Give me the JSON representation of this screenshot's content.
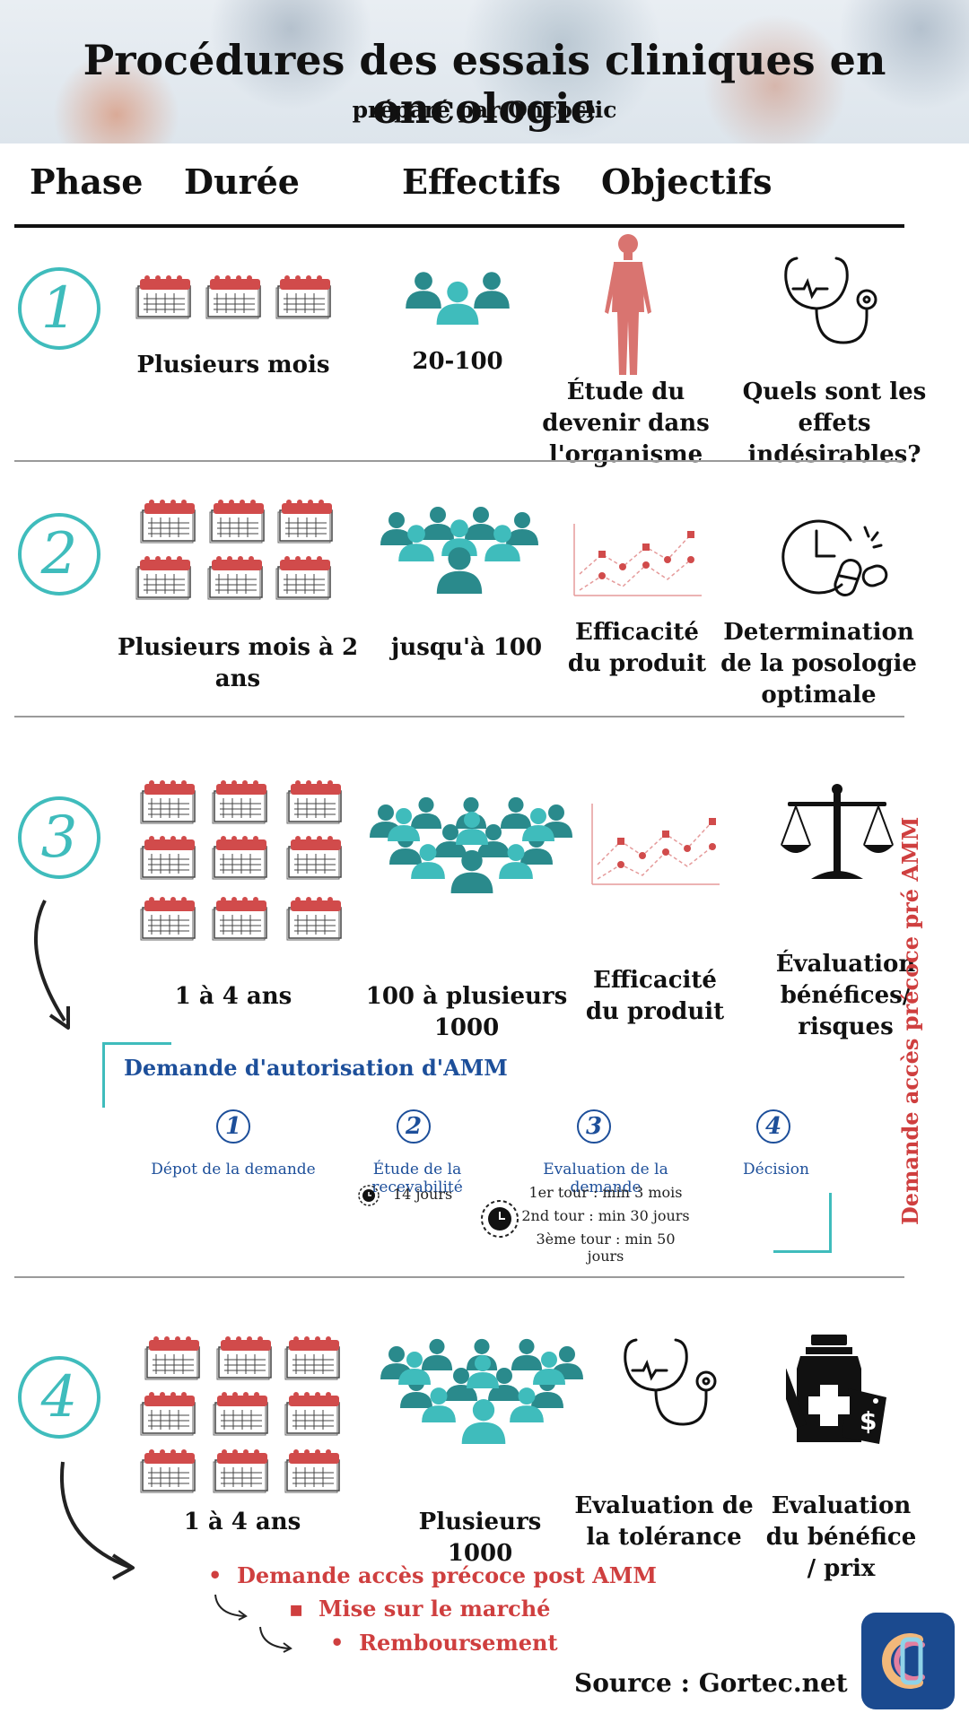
{
  "header": {
    "title": "Procédures des essais cliniques en oncologie",
    "subtitle": "préparé par Oncoclic"
  },
  "columns": {
    "phase": "Phase",
    "duree": "Durée",
    "effectifs": "Effectifs",
    "objectifs": "Objectifs"
  },
  "phases": [
    {
      "number": "1",
      "duree": "Plusieurs mois",
      "effectifs": "20-100",
      "objectif1": "Étude du devenir dans l'organisme",
      "objectif2": "Quels sont les effets indésirables?"
    },
    {
      "number": "2",
      "duree": "Plusieurs mois à 2 ans",
      "effectifs": "jusqu'à 100",
      "objectif1": "Efficacité du produit",
      "objectif2": "Determination de la posologie optimale"
    },
    {
      "number": "3",
      "duree": "1 à 4 ans",
      "effectifs": "100 à plusieurs 1000",
      "objectif1": "Efficacité du produit",
      "objectif2": "Évaluation bénéfices/ risques"
    },
    {
      "number": "4",
      "duree": "1 à 4 ans",
      "effectifs": "Plusieurs 1000",
      "objectif1": "Evaluation de la tolérance",
      "objectif2": "Evaluation du bénéfice / prix"
    }
  ],
  "amm": {
    "title": "Demande d'autorisation d'AMM",
    "steps": [
      {
        "number": "1",
        "label": "Dépot de la demande"
      },
      {
        "number": "2",
        "label": "Étude de la recevabilité",
        "detail": "14 jours"
      },
      {
        "number": "3",
        "label": "Evaluation de la demande",
        "details": [
          "1er tour : min 3 mois",
          "2nd tour : min 30 jours",
          "3ème tour : min 50 jours"
        ]
      },
      {
        "number": "4",
        "label": "Décision"
      }
    ]
  },
  "vertical_label": "Demande accès précoce pré AMM",
  "post_amm": [
    "Demande accès précoce post AMM",
    "Mise sur le marché",
    "Remboursement"
  ],
  "source": "Source : Gortec.net",
  "colors": {
    "teal": "#3fbcbc",
    "dark_teal": "#2a8a8c",
    "red": "#cf3f3f",
    "blue": "#1d4f9a"
  }
}
